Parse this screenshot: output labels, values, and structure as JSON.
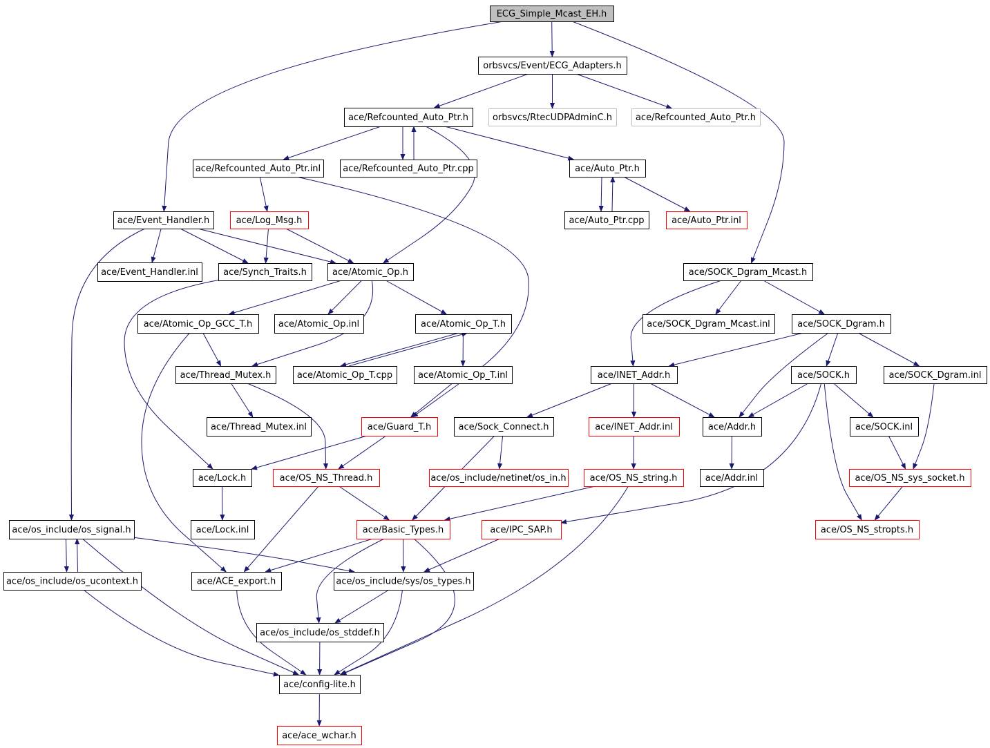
{
  "colors": {
    "edge": "#191970",
    "node_border_normal": "#000000",
    "node_border_missing": "#ff0000",
    "node_border_external": "#bfbfbf",
    "root_fill": "#bfbfbf"
  },
  "nodes": [
    {
      "id": "root",
      "label": "ECG_Simple_Mcast_EH.h",
      "style": "root"
    },
    {
      "id": "ecg_adapters",
      "label": "orbsvcs/Event/ECG_Adapters.h",
      "style": "normal"
    },
    {
      "id": "refc_auto_ptr_h",
      "label": "ace/Refcounted_Auto_Ptr.h",
      "style": "normal"
    },
    {
      "id": "rtec_udp",
      "label": "orbsvcs/RtecUDPAdminC.h",
      "style": "gray"
    },
    {
      "id": "refc_auto_ptr_h2",
      "label": "ace/Refcounted_Auto_Ptr.h",
      "style": "gray"
    },
    {
      "id": "refc_inl",
      "label": "ace/Refcounted_Auto_Ptr.inl",
      "style": "normal"
    },
    {
      "id": "refc_cpp",
      "label": "ace/Refcounted_Auto_Ptr.cpp",
      "style": "normal"
    },
    {
      "id": "auto_ptr_h",
      "label": "ace/Auto_Ptr.h",
      "style": "normal"
    },
    {
      "id": "event_handler_h",
      "label": "ace/Event_Handler.h",
      "style": "normal"
    },
    {
      "id": "log_msg",
      "label": "ace/Log_Msg.h",
      "style": "red"
    },
    {
      "id": "auto_ptr_cpp",
      "label": "ace/Auto_Ptr.cpp",
      "style": "normal"
    },
    {
      "id": "auto_ptr_inl",
      "label": "ace/Auto_Ptr.inl",
      "style": "red"
    },
    {
      "id": "event_handler_inl",
      "label": "ace/Event_Handler.inl",
      "style": "normal"
    },
    {
      "id": "synch_traits",
      "label": "ace/Synch_Traits.h",
      "style": "normal"
    },
    {
      "id": "atomic_op_h",
      "label": "ace/Atomic_Op.h",
      "style": "normal"
    },
    {
      "id": "sock_dgram_mcast_h",
      "label": "ace/SOCK_Dgram_Mcast.h",
      "style": "normal"
    },
    {
      "id": "atomic_gcc",
      "label": "ace/Atomic_Op_GCC_T.h",
      "style": "normal"
    },
    {
      "id": "atomic_op_inl",
      "label": "ace/Atomic_Op.inl",
      "style": "normal"
    },
    {
      "id": "atomic_op_t_h",
      "label": "ace/Atomic_Op_T.h",
      "style": "normal"
    },
    {
      "id": "sock_dgram_mcast_inl",
      "label": "ace/SOCK_Dgram_Mcast.inl",
      "style": "normal"
    },
    {
      "id": "sock_dgram_h",
      "label": "ace/SOCK_Dgram.h",
      "style": "normal"
    },
    {
      "id": "thread_mutex_h",
      "label": "ace/Thread_Mutex.h",
      "style": "normal"
    },
    {
      "id": "atomic_op_t_cpp",
      "label": "ace/Atomic_Op_T.cpp",
      "style": "normal"
    },
    {
      "id": "atomic_op_t_inl",
      "label": "ace/Atomic_Op_T.inl",
      "style": "normal"
    },
    {
      "id": "inet_addr_h",
      "label": "ace/INET_Addr.h",
      "style": "normal"
    },
    {
      "id": "sock_h",
      "label": "ace/SOCK.h",
      "style": "normal"
    },
    {
      "id": "sock_dgram_inl",
      "label": "ace/SOCK_Dgram.inl",
      "style": "normal"
    },
    {
      "id": "thread_mutex_inl",
      "label": "ace/Thread_Mutex.inl",
      "style": "normal"
    },
    {
      "id": "guard_t",
      "label": "ace/Guard_T.h",
      "style": "red"
    },
    {
      "id": "sock_connect",
      "label": "ace/Sock_Connect.h",
      "style": "normal"
    },
    {
      "id": "inet_addr_inl",
      "label": "ace/INET_Addr.inl",
      "style": "red"
    },
    {
      "id": "addr_h",
      "label": "ace/Addr.h",
      "style": "normal"
    },
    {
      "id": "sock_inl",
      "label": "ace/SOCK.inl",
      "style": "normal"
    },
    {
      "id": "lock_h",
      "label": "ace/Lock.h",
      "style": "normal"
    },
    {
      "id": "os_ns_thread",
      "label": "ace/OS_NS_Thread.h",
      "style": "red"
    },
    {
      "id": "os_in",
      "label": "ace/os_include/netinet/os_in.h",
      "style": "red"
    },
    {
      "id": "os_ns_string",
      "label": "ace/OS_NS_string.h",
      "style": "red"
    },
    {
      "id": "addr_inl",
      "label": "ace/Addr.inl",
      "style": "normal"
    },
    {
      "id": "os_ns_sys_socket",
      "label": "ace/OS_NS_sys_socket.h",
      "style": "red"
    },
    {
      "id": "lock_inl",
      "label": "ace/Lock.inl",
      "style": "normal"
    },
    {
      "id": "os_signal",
      "label": "ace/os_include/os_signal.h",
      "style": "normal"
    },
    {
      "id": "basic_types",
      "label": "ace/Basic_Types.h",
      "style": "red"
    },
    {
      "id": "ipc_sap",
      "label": "ace/IPC_SAP.h",
      "style": "red"
    },
    {
      "id": "os_ns_stropts",
      "label": "ace/OS_NS_stropts.h",
      "style": "red"
    },
    {
      "id": "os_ucontext",
      "label": "ace/os_include/os_ucontext.h",
      "style": "normal"
    },
    {
      "id": "ace_export",
      "label": "ace/ACE_export.h",
      "style": "normal"
    },
    {
      "id": "os_types",
      "label": "ace/os_include/sys/os_types.h",
      "style": "normal"
    },
    {
      "id": "os_stddef",
      "label": "ace/os_include/os_stddef.h",
      "style": "normal"
    },
    {
      "id": "config_lite",
      "label": "ace/config-lite.h",
      "style": "normal"
    },
    {
      "id": "ace_wchar",
      "label": "ace/ace_wchar.h",
      "style": "red"
    }
  ],
  "edges": [
    [
      "root",
      "ecg_adapters"
    ],
    [
      "root",
      "event_handler_h"
    ],
    [
      "root",
      "sock_dgram_mcast_h"
    ],
    [
      "ecg_adapters",
      "refc_auto_ptr_h"
    ],
    [
      "ecg_adapters",
      "rtec_udp"
    ],
    [
      "ecg_adapters",
      "refc_auto_ptr_h2"
    ],
    [
      "refc_auto_ptr_h",
      "refc_inl"
    ],
    [
      "refc_auto_ptr_h",
      "refc_cpp"
    ],
    [
      "refc_cpp",
      "refc_auto_ptr_h"
    ],
    [
      "refc_auto_ptr_h",
      "auto_ptr_h"
    ],
    [
      "refc_auto_ptr_h",
      "atomic_op_h"
    ],
    [
      "refc_inl",
      "log_msg"
    ],
    [
      "refc_inl",
      "guard_t"
    ],
    [
      "auto_ptr_h",
      "auto_ptr_cpp"
    ],
    [
      "auto_ptr_cpp",
      "auto_ptr_h"
    ],
    [
      "auto_ptr_h",
      "auto_ptr_inl"
    ],
    [
      "event_handler_h",
      "event_handler_inl"
    ],
    [
      "event_handler_h",
      "synch_traits"
    ],
    [
      "event_handler_h",
      "atomic_op_h"
    ],
    [
      "event_handler_h",
      "os_signal"
    ],
    [
      "log_msg",
      "synch_traits"
    ],
    [
      "log_msg",
      "atomic_op_h"
    ],
    [
      "synch_traits",
      "lock_h"
    ],
    [
      "atomic_op_h",
      "atomic_gcc"
    ],
    [
      "atomic_op_h",
      "atomic_op_inl"
    ],
    [
      "atomic_op_h",
      "atomic_op_t_h"
    ],
    [
      "atomic_op_h",
      "thread_mutex_h"
    ],
    [
      "atomic_gcc",
      "thread_mutex_h"
    ],
    [
      "atomic_gcc",
      "ace_export"
    ],
    [
      "atomic_op_t_h",
      "atomic_op_t_cpp"
    ],
    [
      "atomic_op_t_cpp",
      "atomic_op_t_h"
    ],
    [
      "atomic_op_t_h",
      "atomic_op_t_inl"
    ],
    [
      "atomic_op_t_inl",
      "guard_t"
    ],
    [
      "thread_mutex_h",
      "thread_mutex_inl"
    ],
    [
      "thread_mutex_h",
      "os_ns_thread"
    ],
    [
      "guard_t",
      "lock_h"
    ],
    [
      "guard_t",
      "os_ns_thread"
    ],
    [
      "lock_h",
      "lock_inl"
    ],
    [
      "os_ns_thread",
      "basic_types"
    ],
    [
      "os_ns_thread",
      "ace_export"
    ],
    [
      "sock_dgram_mcast_h",
      "inet_addr_h"
    ],
    [
      "sock_dgram_mcast_h",
      "sock_dgram_mcast_inl"
    ],
    [
      "sock_dgram_mcast_h",
      "sock_dgram_h"
    ],
    [
      "sock_dgram_h",
      "inet_addr_h"
    ],
    [
      "sock_dgram_h",
      "addr_h"
    ],
    [
      "sock_dgram_h",
      "sock_h"
    ],
    [
      "sock_dgram_h",
      "sock_dgram_inl"
    ],
    [
      "inet_addr_h",
      "sock_connect"
    ],
    [
      "inet_addr_h",
      "inet_addr_inl"
    ],
    [
      "inet_addr_h",
      "addr_h"
    ],
    [
      "sock_h",
      "addr_h"
    ],
    [
      "sock_h",
      "sock_inl"
    ],
    [
      "sock_h",
      "ipc_sap"
    ],
    [
      "sock_h",
      "os_ns_stropts"
    ],
    [
      "sock_dgram_inl",
      "os_ns_sys_socket"
    ],
    [
      "sock_connect",
      "os_in"
    ],
    [
      "sock_connect",
      "basic_types"
    ],
    [
      "inet_addr_inl",
      "os_ns_string"
    ],
    [
      "addr_h",
      "addr_inl"
    ],
    [
      "sock_inl",
      "os_ns_sys_socket"
    ],
    [
      "os_ns_sys_socket",
      "os_ns_stropts"
    ],
    [
      "os_ns_string",
      "basic_types"
    ],
    [
      "os_ns_string",
      "config_lite"
    ],
    [
      "os_signal",
      "os_ucontext"
    ],
    [
      "os_ucontext",
      "os_signal"
    ],
    [
      "os_signal",
      "os_types"
    ],
    [
      "os_signal",
      "config_lite"
    ],
    [
      "os_ucontext",
      "config_lite"
    ],
    [
      "basic_types",
      "ace_export"
    ],
    [
      "basic_types",
      "os_types"
    ],
    [
      "basic_types",
      "os_stddef"
    ],
    [
      "basic_types",
      "config_lite"
    ],
    [
      "ipc_sap",
      "os_types"
    ],
    [
      "ace_export",
      "config_lite"
    ],
    [
      "os_types",
      "os_stddef"
    ],
    [
      "os_types",
      "config_lite"
    ],
    [
      "os_stddef",
      "config_lite"
    ],
    [
      "config_lite",
      "ace_wchar"
    ]
  ]
}
